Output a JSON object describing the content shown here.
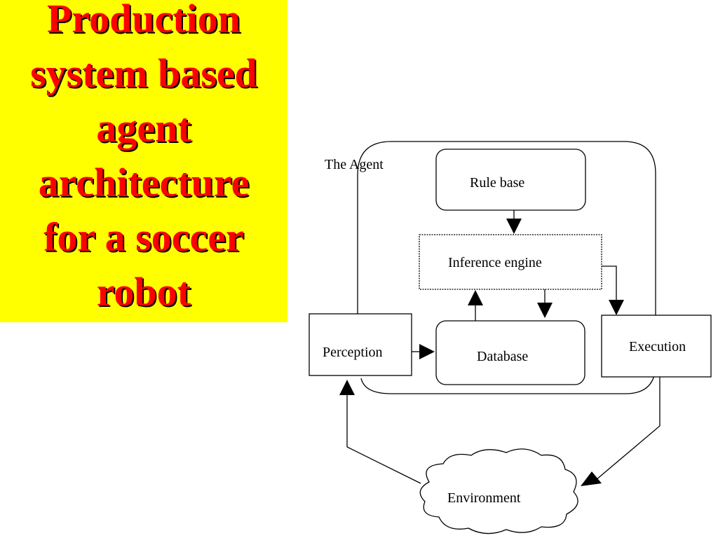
{
  "title": {
    "lines": [
      "Production",
      "system based",
      "agent",
      "architecture",
      "for a soccer",
      "robot"
    ]
  },
  "diagram": {
    "agent_label": "The Agent",
    "rule_base": "Rule base",
    "inference_engine": "Inference engine",
    "database": "Database",
    "perception": "Perception",
    "execution": "Execution",
    "environment": "Environment"
  },
  "colors": {
    "title_background": "#ffff00",
    "title_text": "#ff0000",
    "title_shadow": "#000000"
  }
}
